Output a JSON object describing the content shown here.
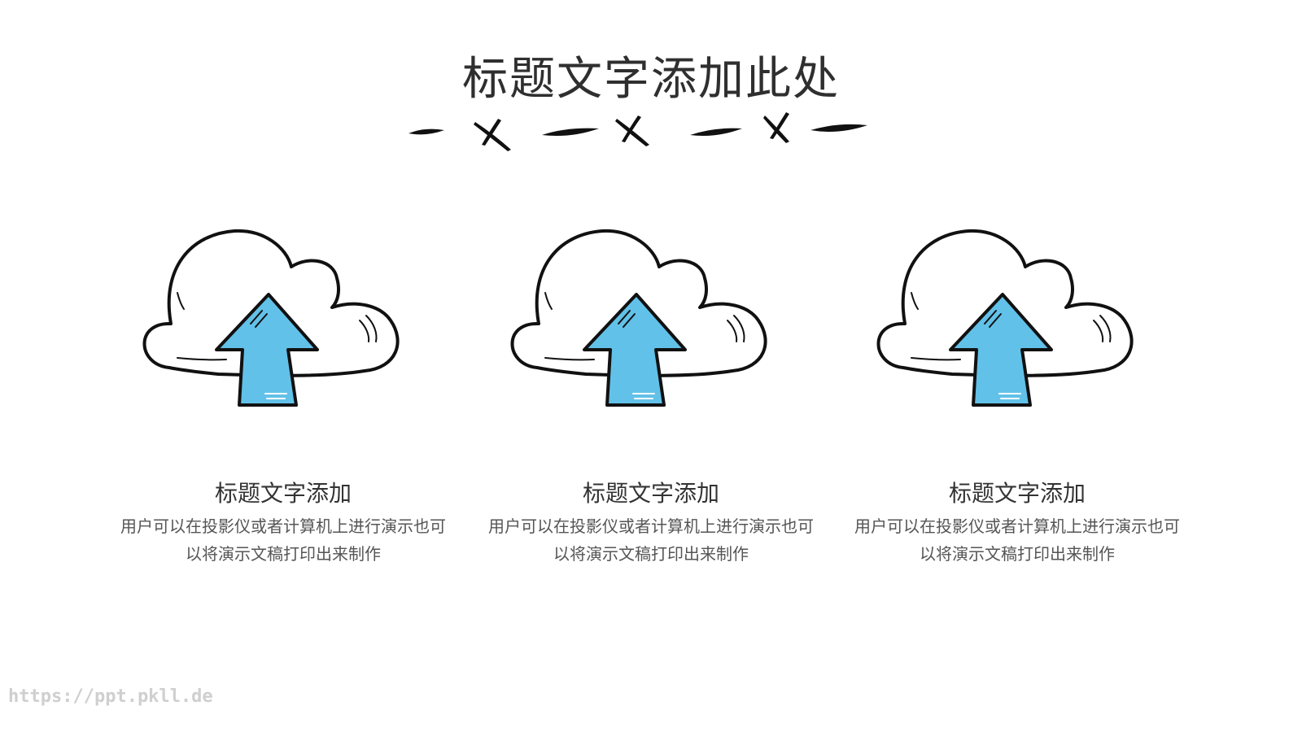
{
  "title": "标题文字添加此处",
  "cards": [
    {
      "title": "标题文字添加",
      "text": "用户可以在投影仪或者计算机上进行演示也可以将演示文稿打印出来制作",
      "icon": "cloud-upload-icon"
    },
    {
      "title": "标题文字添加",
      "text": "用户可以在投影仪或者计算机上进行演示也可以将演示文稿打印出来制作",
      "icon": "cloud-upload-icon"
    },
    {
      "title": "标题文字添加",
      "text": "用户可以在投影仪或者计算机上进行演示也可以将演示文稿打印出来制作",
      "icon": "cloud-upload-icon"
    }
  ],
  "watermark": "https://ppt.pkll.de",
  "colors": {
    "arrow": "#62c1e8",
    "stroke": "#111111",
    "text": "#333333"
  }
}
